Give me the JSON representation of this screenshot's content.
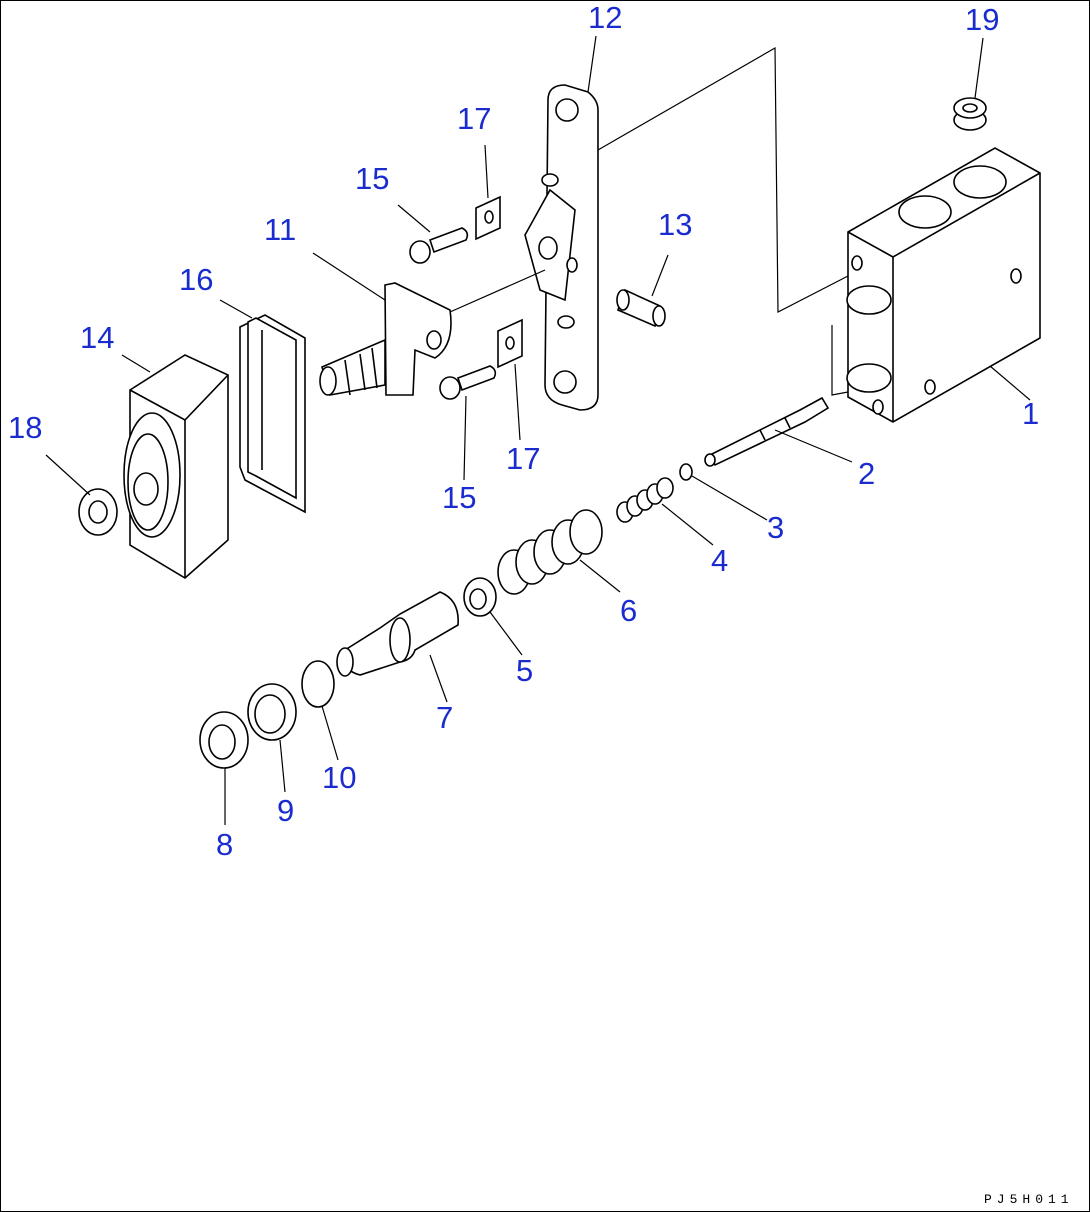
{
  "diagram": {
    "code": "PJ5H011",
    "callouts": [
      "1",
      "2",
      "3",
      "4",
      "5",
      "6",
      "7",
      "8",
      "9",
      "10",
      "11",
      "12",
      "13",
      "14",
      "15",
      "15",
      "16",
      "17",
      "17",
      "18",
      "19"
    ]
  },
  "colors": {
    "callout": "#1a2ccf",
    "line": "#000000",
    "background": "#ffffff"
  }
}
